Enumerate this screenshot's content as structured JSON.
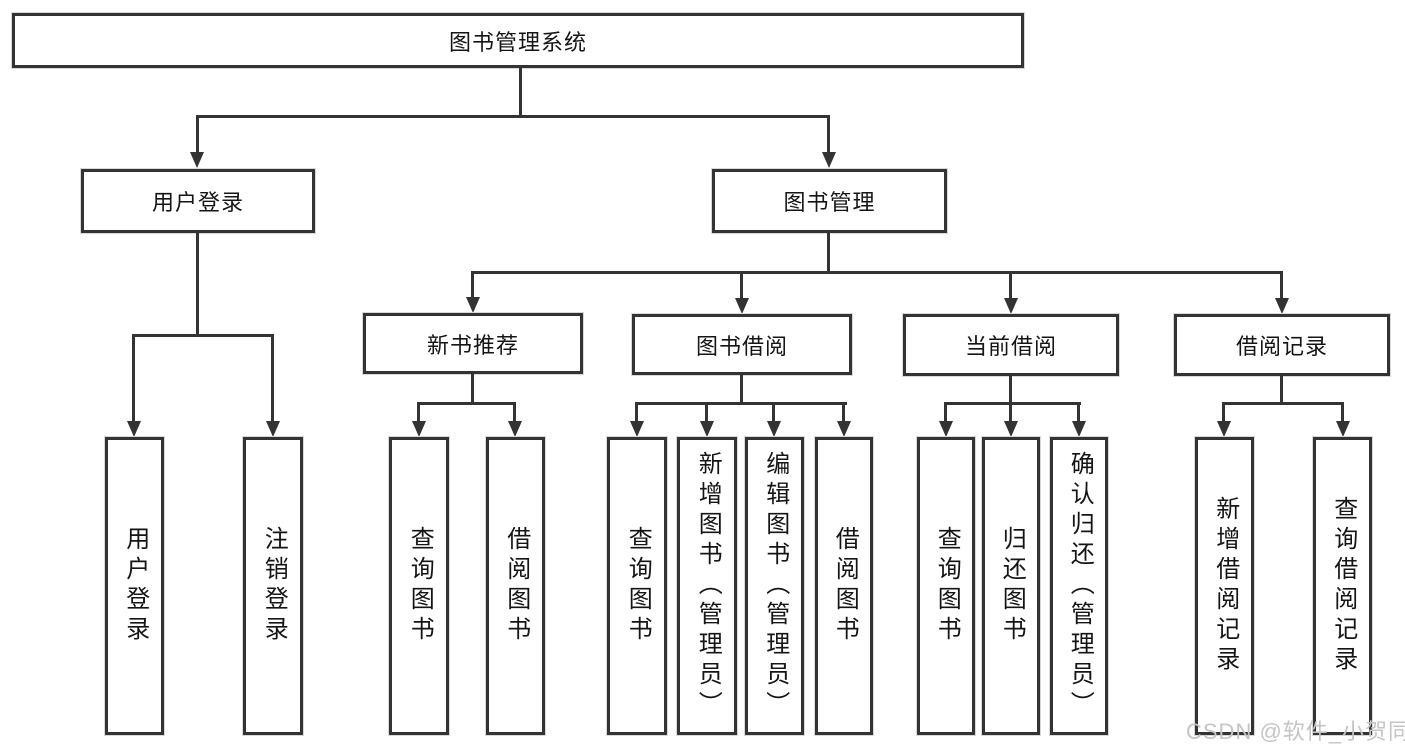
{
  "title": "图书管理系统",
  "nodes": {
    "root": {
      "label": "图书管理系统"
    },
    "user_login": {
      "label": "用户登录"
    },
    "book_mgmt": {
      "label": "图书管理"
    },
    "new_book_rec": {
      "label": "新书推荐"
    },
    "book_borrow": {
      "label": "图书借阅"
    },
    "current_borrow": {
      "label": "当前借阅"
    },
    "borrow_records": {
      "label": "借阅记录"
    },
    "leaf_user_login": {
      "label": "用户登录"
    },
    "leaf_logout": {
      "label": "注销登录"
    },
    "rec_query": {
      "label": "查询图书"
    },
    "rec_borrow": {
      "label": "借阅图书"
    },
    "bb_query": {
      "label": "查询图书"
    },
    "bb_add": {
      "label": "新增图书（管理员）"
    },
    "bb_edit": {
      "label": "编辑图书（管理员）"
    },
    "bb_borrow": {
      "label": "借阅图书"
    },
    "cb_query": {
      "label": "查询图书"
    },
    "cb_return": {
      "label": "归还图书"
    },
    "cb_confirm": {
      "label": "确认归还（管理员）"
    },
    "br_add": {
      "label": "新增借阅记录"
    },
    "br_query": {
      "label": "查询借阅记录"
    }
  },
  "hierarchy": {
    "图书管理系统": {
      "用户登录": [
        "用户登录",
        "注销登录"
      ],
      "图书管理": {
        "新书推荐": [
          "查询图书",
          "借阅图书"
        ],
        "图书借阅": [
          "查询图书",
          "新增图书（管理员）",
          "编辑图书（管理员）",
          "借阅图书"
        ],
        "当前借阅": [
          "查询图书",
          "归还图书",
          "确认归还（管理员）"
        ],
        "借阅记录": [
          "新增借阅记录",
          "查询借阅记录"
        ]
      }
    }
  },
  "watermark": "CSDN @软件_小贺同学",
  "colors": {
    "line": "#333333",
    "text": "#151515",
    "watermark": "#c5c5c5",
    "background": "#ffffff"
  }
}
